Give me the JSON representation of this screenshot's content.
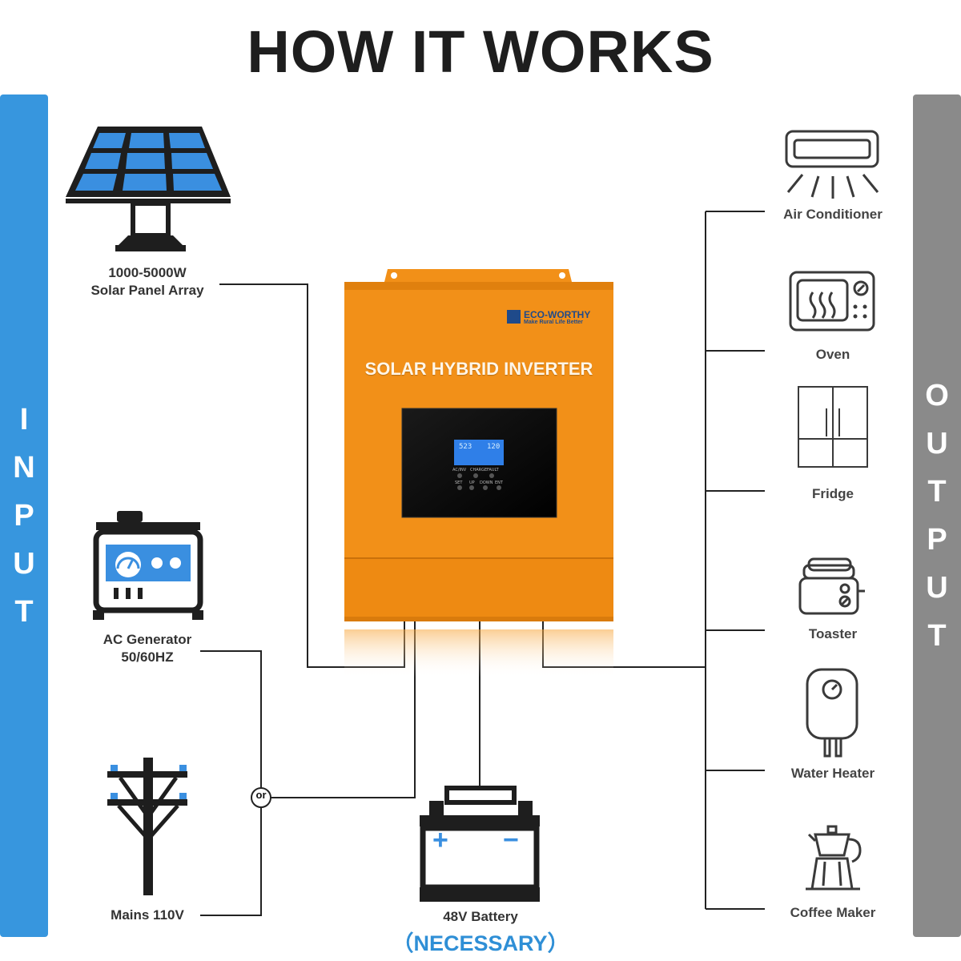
{
  "title": "HOW IT WORKS",
  "colors": {
    "input_bar": "#3796de",
    "output_bar": "#8a8a8a",
    "inverter_body": "#f29018",
    "panel_blue": "#3a8fe0",
    "accent_text": "#2f8fd6",
    "line": "#222222"
  },
  "input_bar": {
    "letters": [
      "I",
      "N",
      "P",
      "U",
      "T"
    ]
  },
  "output_bar": {
    "letters": [
      "O",
      "U",
      "T",
      "P",
      "U",
      "T"
    ]
  },
  "inputs": {
    "solar": {
      "line1": "1000-5000W",
      "line2": "Solar Panel Array",
      "icon": "solar-panel-icon"
    },
    "generator": {
      "line1": "AC Generator",
      "line2": "50/60HZ",
      "icon": "generator-icon"
    },
    "mains": {
      "label": "Mains 110V",
      "icon": "utility-pole-icon"
    },
    "or_label": "or"
  },
  "battery": {
    "label": "48V Battery",
    "note": "（NECESSARY）",
    "plus": "+",
    "minus": "−",
    "icon": "battery-icon"
  },
  "inverter": {
    "brand": "ECO-WORTHY",
    "tagline": "Make Rural Life Better",
    "title": "SOLAR HYBRID INVERTER",
    "lcd_left": "523",
    "lcd_right": "120",
    "indicators": [
      "AC/INV",
      "CHARGE",
      "FAULT"
    ],
    "buttons": [
      "SET",
      "UP",
      "DOWN",
      "ENT"
    ]
  },
  "outputs": [
    {
      "label": "Air Conditioner",
      "icon": "air-conditioner-icon"
    },
    {
      "label": "Oven",
      "icon": "oven-icon"
    },
    {
      "label": "Fridge",
      "icon": "fridge-icon"
    },
    {
      "label": "Toaster",
      "icon": "toaster-icon"
    },
    {
      "label": "Water Heater",
      "icon": "water-heater-icon"
    },
    {
      "label": "Coffee Maker",
      "icon": "coffee-maker-icon"
    }
  ]
}
